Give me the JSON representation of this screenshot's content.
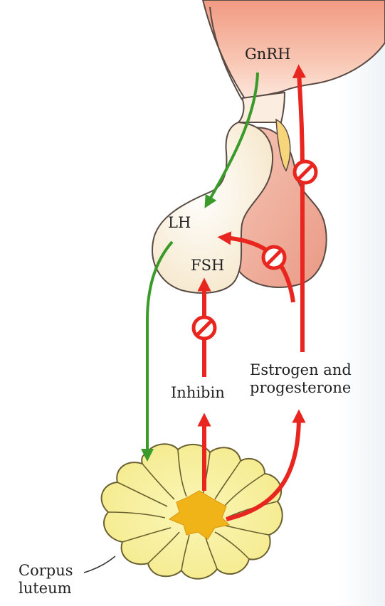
{
  "labels": {
    "gnrh": "GnRH",
    "lh": "LH",
    "fsh": "FSH",
    "inhibin": "Inhibin",
    "estrogen_progesterone": "Estrogen and\nprogesterone",
    "corpus_luteum": "Corpus\nluteum"
  },
  "colors": {
    "stimulation_arrow": "#3a9a2a",
    "inhibition_arrow": "#e8251f",
    "hypothalamus": "#f2a48e",
    "pituitary": "#fbf1dc",
    "corpus_luteum": "#f9f3a6",
    "corpus_luteum_center": "#f0b418"
  },
  "icons": {
    "inhibition_symbol": "no-sign-icon"
  }
}
